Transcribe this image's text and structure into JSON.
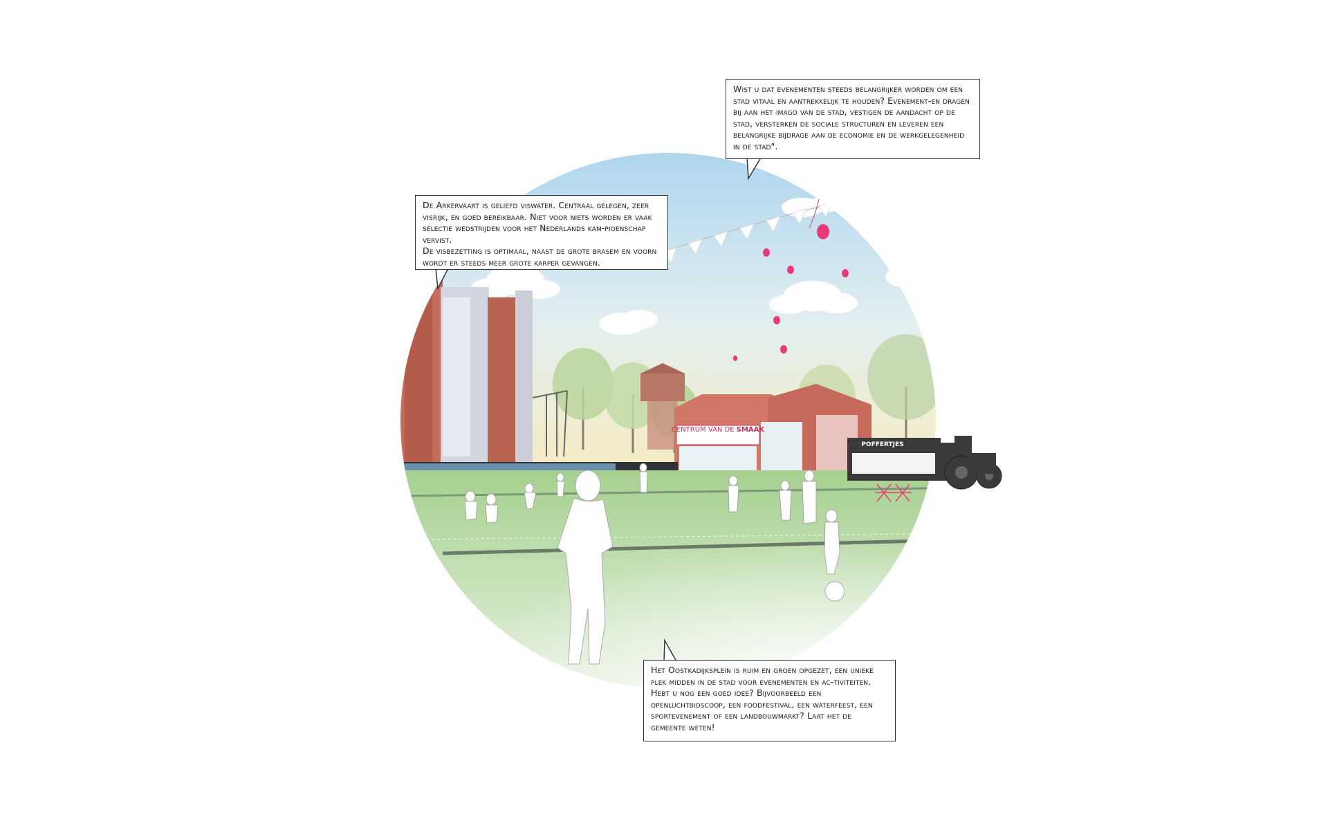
{
  "bubbles": {
    "events": "Wist u dat evenementen steeds belangrijker worden om een stad vitaal en aantrekkelijk te houden? Evenement-en dragen bij aan het imago van de stad, vestigen de aandacht op de stad, versterken de sociale structuren en leveren een belangrijke bijdrage aan de economie en de werkgelegenheid in de stad\".",
    "arkervaart": "De Arkervaart is geliefd viswater.  Centraal gelegen, zeer visrijk, en goed bereikbaar. Niet voor niets worden er vaak selectie wedstrijden voor het Nederlands kam-pioenschap vervist.\nDe visbezetting is optimaal, naast de grote brasem en voorn wordt er steeds meer grote karper gevangen.",
    "plein": "Het Oostkadijksplein is ruim en groen opgezet, een unieke plek midden in de stad voor evenementen en ac-tiviteiten. Hebt u nog een goed idee? Bijvoorbeeld een openluchtbioscoop, een foodfestival, een waterfeest, een sportevenement of een landbouwmarkt? Laat het de gemeente weten!"
  },
  "signs": {
    "shop_prefix": "CENTRUM VAN DE ",
    "shop_brand": "SMAAK",
    "truck": "POFFERTJES"
  },
  "colors": {
    "sky_top": "#a9d3ee",
    "sky_horizon": "#f3edc8",
    "grass": "#9ccb86",
    "brick": "#c36f5d",
    "balloon": "#e83a78",
    "truck": "#3a3a3a"
  }
}
